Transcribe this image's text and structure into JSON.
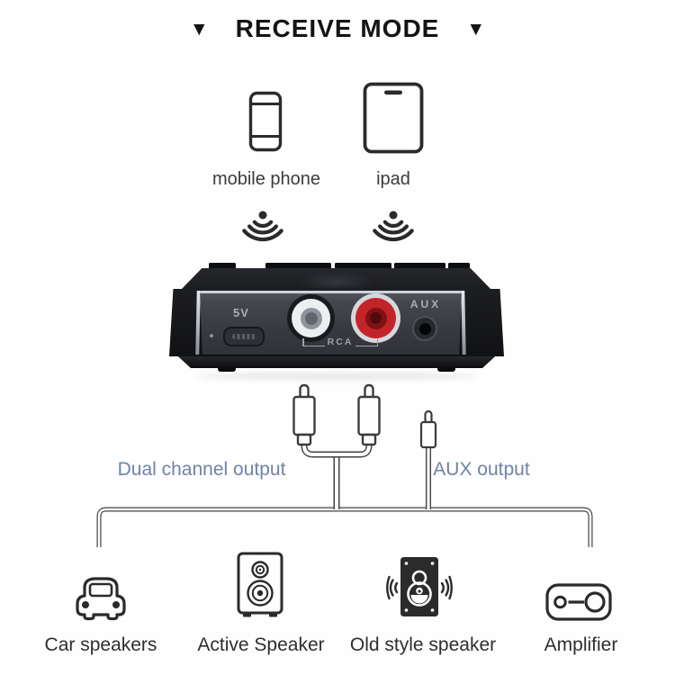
{
  "header": {
    "left_arrow": "▼",
    "title": "RECEIVE MODE",
    "right_arrow": "▼"
  },
  "sources": [
    {
      "label": "mobile phone",
      "icon": "smartphone-icon"
    },
    {
      "label": "ipad",
      "icon": "tablet-icon"
    }
  ],
  "signals": {
    "icon": "wireless-signal-icon",
    "count": 2
  },
  "device": {
    "name": "bluetooth audio receiver rear panel",
    "ports": {
      "power_label": "5V",
      "rca_label": "RCA",
      "aux_label": "AUX"
    },
    "colors": {
      "body": "#393a41",
      "rca_white": "#eceef1",
      "rca_red": "#c3242a",
      "edge_silver": "#ced1d7"
    }
  },
  "outputs": [
    {
      "label": "Dual channel output",
      "color": "#6e84a6"
    },
    {
      "label": "AUX output",
      "color": "#6e84a6"
    }
  ],
  "destinations": [
    {
      "label": "Car speakers",
      "icon": "car-icon"
    },
    {
      "label": "Active Speaker",
      "icon": "bookshelf-speaker-icon"
    },
    {
      "label": "Old style speaker",
      "icon": "vintage-speaker-icon"
    },
    {
      "label": "Amplifier",
      "icon": "amplifier-icon"
    }
  ]
}
